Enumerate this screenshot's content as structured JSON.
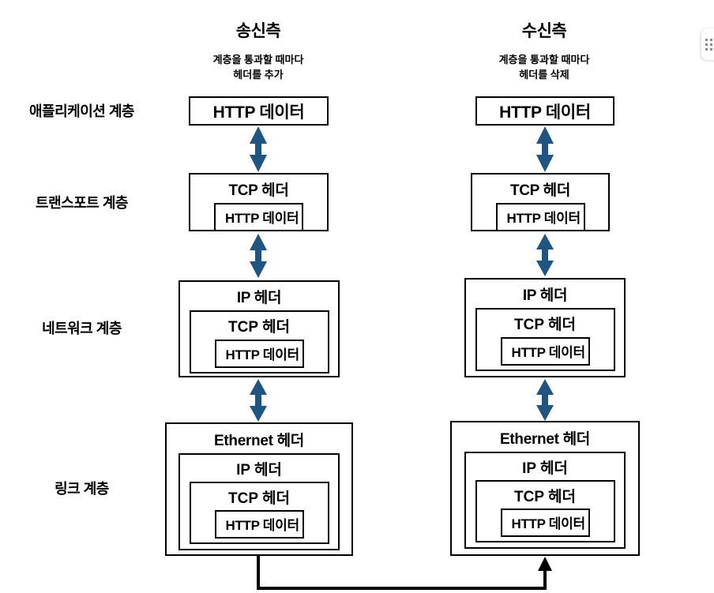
{
  "columns": {
    "sender": {
      "title": "송신측",
      "subtitle_line1": "계층을 통과할 때마다",
      "subtitle_line2": "헤더를 추가"
    },
    "receiver": {
      "title": "수신측",
      "subtitle_line1": "계층을 통과할 때마다",
      "subtitle_line2": "헤더를 삭제"
    }
  },
  "layers": [
    {
      "label": "애플리케이션 계층"
    },
    {
      "label": "트랜스포트 계층"
    },
    {
      "label": "네트워크 계층"
    },
    {
      "label": "링크 계층"
    }
  ],
  "headers": {
    "http_data": "HTTP 데이터",
    "tcp_header": "TCP 헤더",
    "ip_header": "IP 헤더",
    "ethernet_header": "Ethernet 헤더"
  },
  "colors": {
    "arrow_blue": "#1F5582",
    "stroke_black": "#000000",
    "background": "#FFFFFF"
  },
  "widget": {
    "handle_name": "drag-handle-dots"
  },
  "diagram": {
    "type": "encapsulation-stack",
    "sender_sequence": [
      "HTTP 데이터",
      "TCP 헤더 + HTTP 데이터",
      "IP 헤더 + TCP 헤더 + HTTP 데이터",
      "Ethernet 헤더 + IP 헤더 + TCP 헤더 + HTTP 데이터"
    ],
    "receiver_sequence": [
      "HTTP 데이터",
      "TCP 헤더 + HTTP 데이터",
      "IP 헤더 + TCP 헤더 + HTTP 데이터",
      "Ethernet 헤더 + IP 헤더 + TCP 헤더 + HTTP 데이터"
    ],
    "link_direction": "sender-link-layer to receiver-link-layer"
  }
}
